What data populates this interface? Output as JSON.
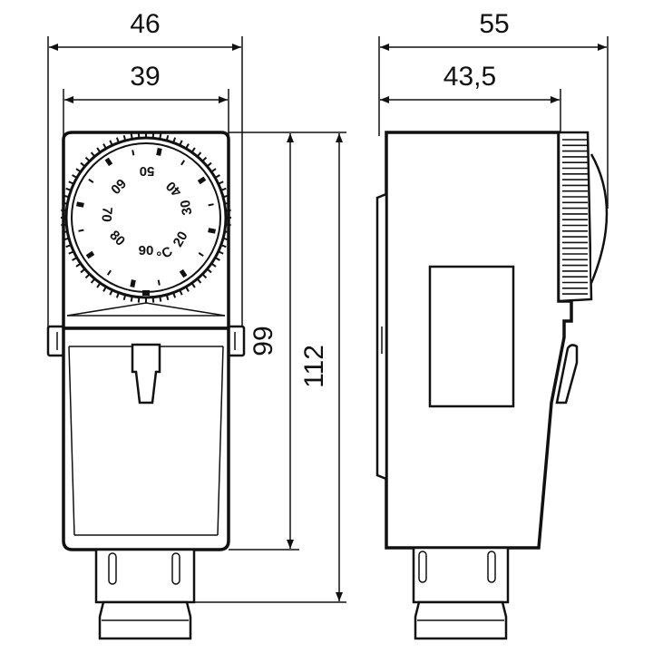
{
  "dimensions": {
    "front_outer_width": "46",
    "front_inner_width": "39",
    "side_outer_width": "55",
    "side_inner_width": "43,5",
    "front_height": "99",
    "total_height": "112"
  },
  "dial": {
    "unit": "°C",
    "scale": [
      "20",
      "30",
      "40",
      "50",
      "60",
      "70",
      "80",
      "90"
    ]
  },
  "colors": {
    "stroke": "#111111",
    "background": "#ffffff"
  }
}
